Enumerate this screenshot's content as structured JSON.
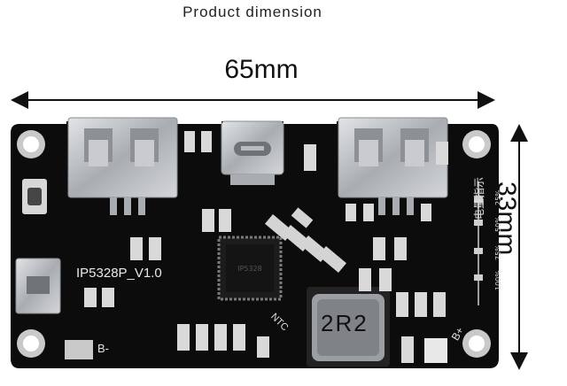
{
  "header": {
    "title": "Product dimension"
  },
  "dimensions": {
    "width": "65mm",
    "height": "33mm"
  },
  "board": {
    "chip_label": "IP5328P_V1.0",
    "inductor_label": "2R2",
    "ntc_label": "NTC",
    "b_minus_label": "B-",
    "b_plus_label": "B+",
    "indicator_label": "电量指示",
    "level_labels": [
      "25%",
      "50%",
      "75%",
      "100%"
    ],
    "board_color": "#0c0c0c",
    "metal_color": "#b9bcc0"
  }
}
